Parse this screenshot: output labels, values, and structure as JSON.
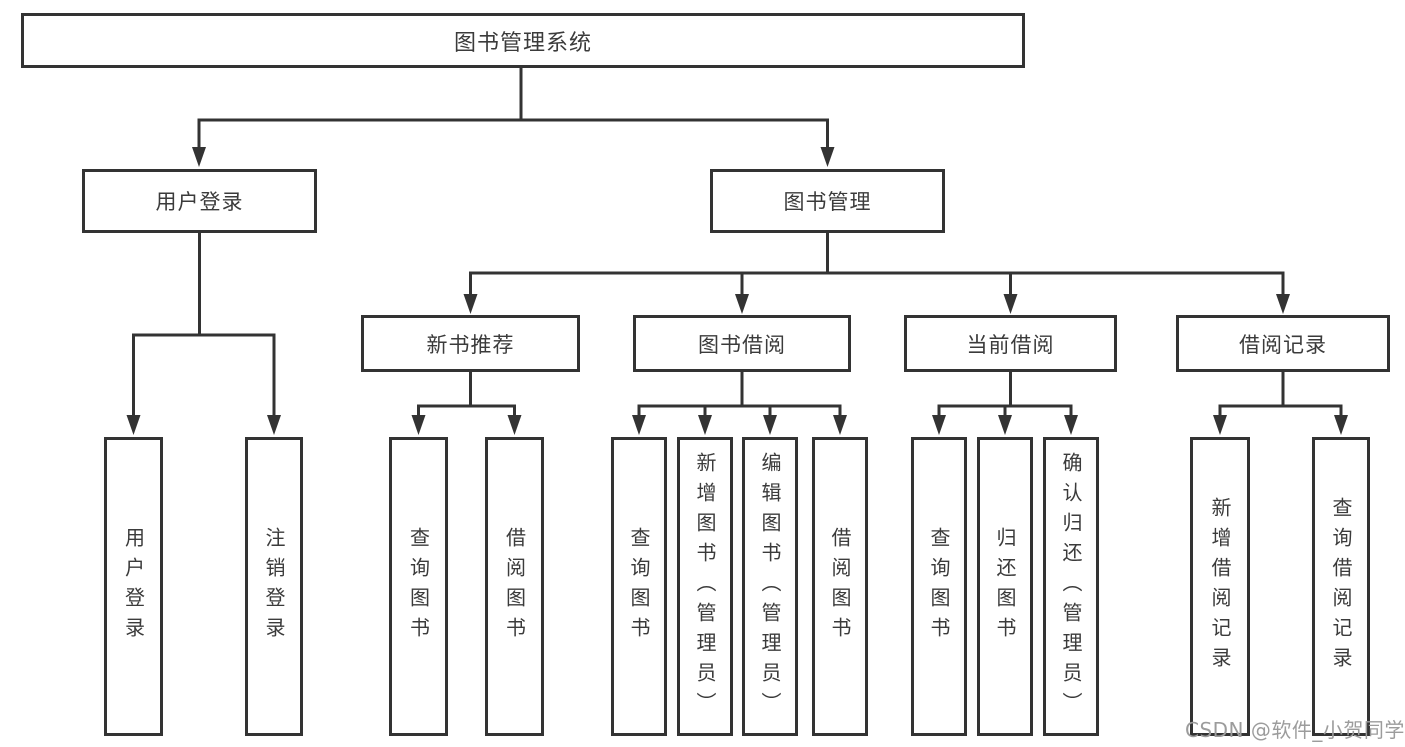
{
  "diagram": {
    "root": {
      "label": "图书管理系统"
    },
    "user_login": {
      "label": "用户登录",
      "children": [
        {
          "label": "用户登录"
        },
        {
          "label": "注销登录"
        }
      ]
    },
    "book_management": {
      "label": "图书管理",
      "groups": [
        {
          "label": "新书推荐",
          "children": [
            {
              "label": "查询图书"
            },
            {
              "label": "借阅图书"
            }
          ]
        },
        {
          "label": "图书借阅",
          "children": [
            {
              "label": "查询图书"
            },
            {
              "label": "新增图书（管理员）"
            },
            {
              "label": "编辑图书（管理员）"
            },
            {
              "label": "借阅图书"
            }
          ]
        },
        {
          "label": "当前借阅",
          "children": [
            {
              "label": "查询图书"
            },
            {
              "label": "归还图书"
            },
            {
              "label": "确认归还（管理员）"
            }
          ]
        },
        {
          "label": "借阅记录",
          "children": [
            {
              "label": "新增借阅记录"
            },
            {
              "label": "查询借阅记录"
            }
          ]
        }
      ]
    }
  },
  "watermark": {
    "text": "CSDN @软件_小贺同学"
  },
  "colors": {
    "line": "#333333",
    "text": "#3b3b3b",
    "watermark": "#9c9c9c",
    "background": "#ffffff"
  }
}
